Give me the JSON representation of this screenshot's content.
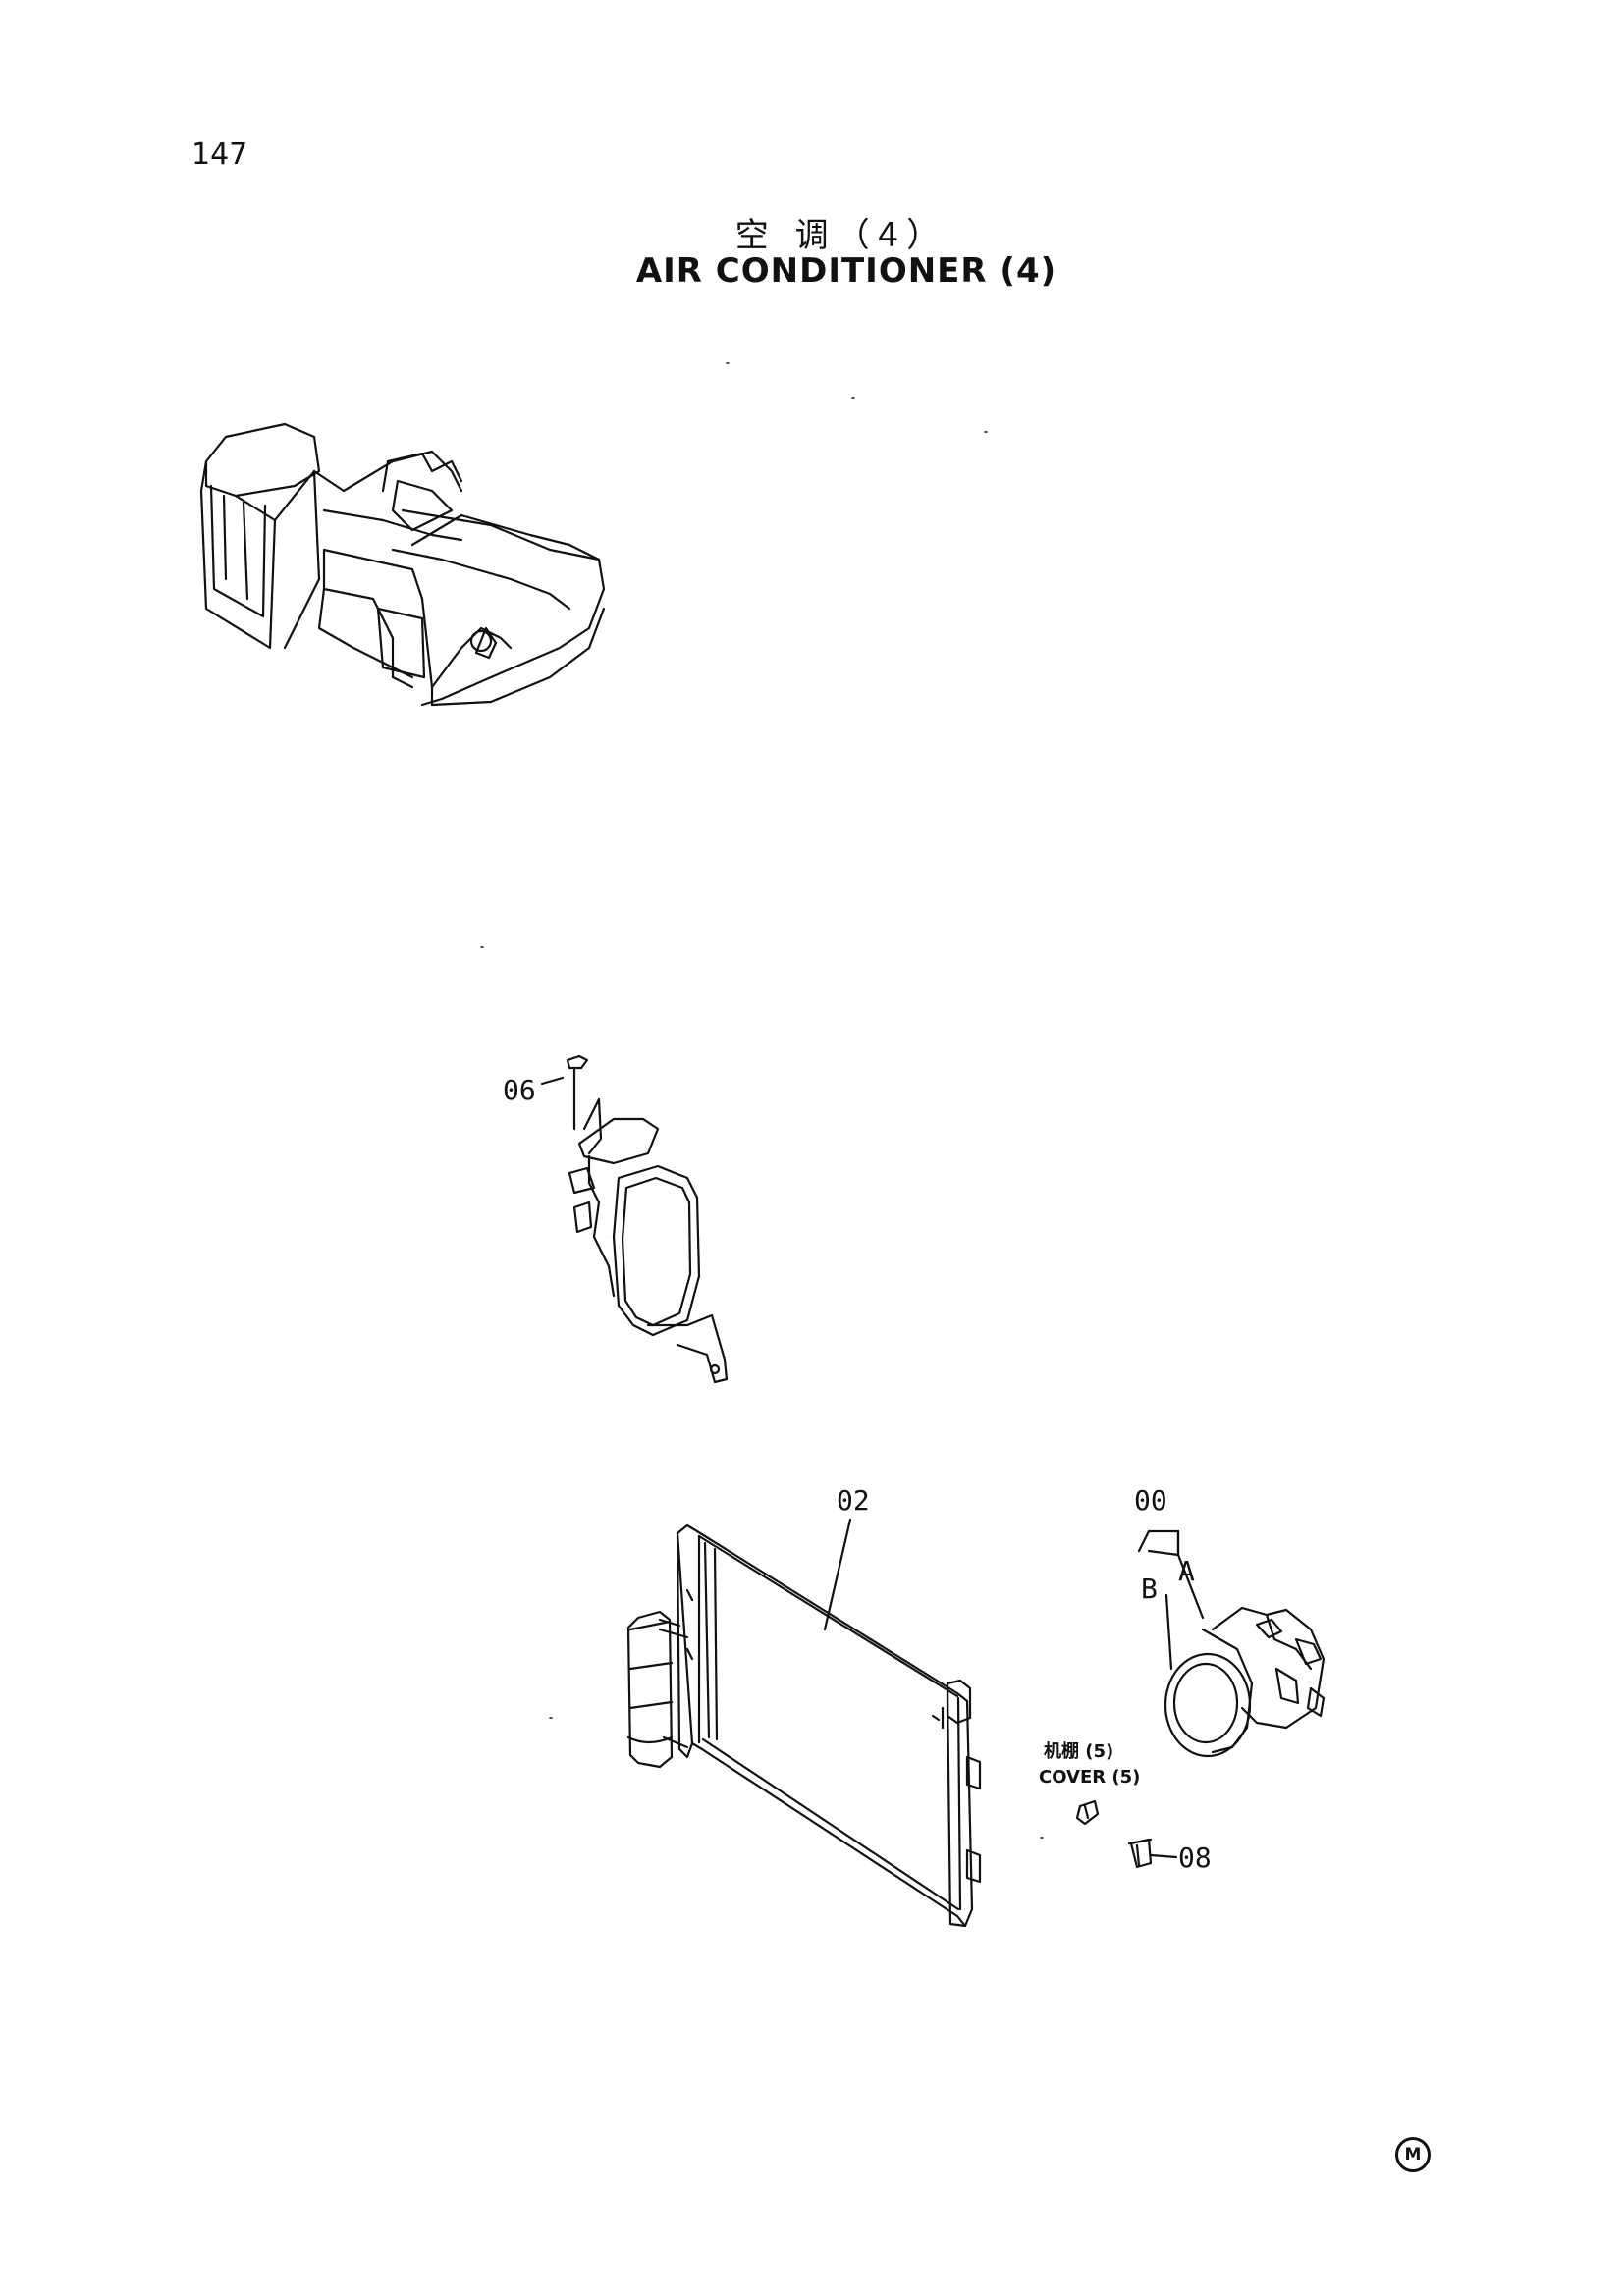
{
  "page_number": "147",
  "title_cn": "空 调（4）",
  "title_en": "AIR CONDITIONER (4)",
  "callouts": {
    "c06": "06",
    "c02": "02",
    "c00": "00",
    "cA": "A",
    "cB": "B",
    "c08": "08",
    "cover_cn": "机棚 (5)",
    "cover_en": "COVER (5)"
  },
  "mark_letter": "M"
}
